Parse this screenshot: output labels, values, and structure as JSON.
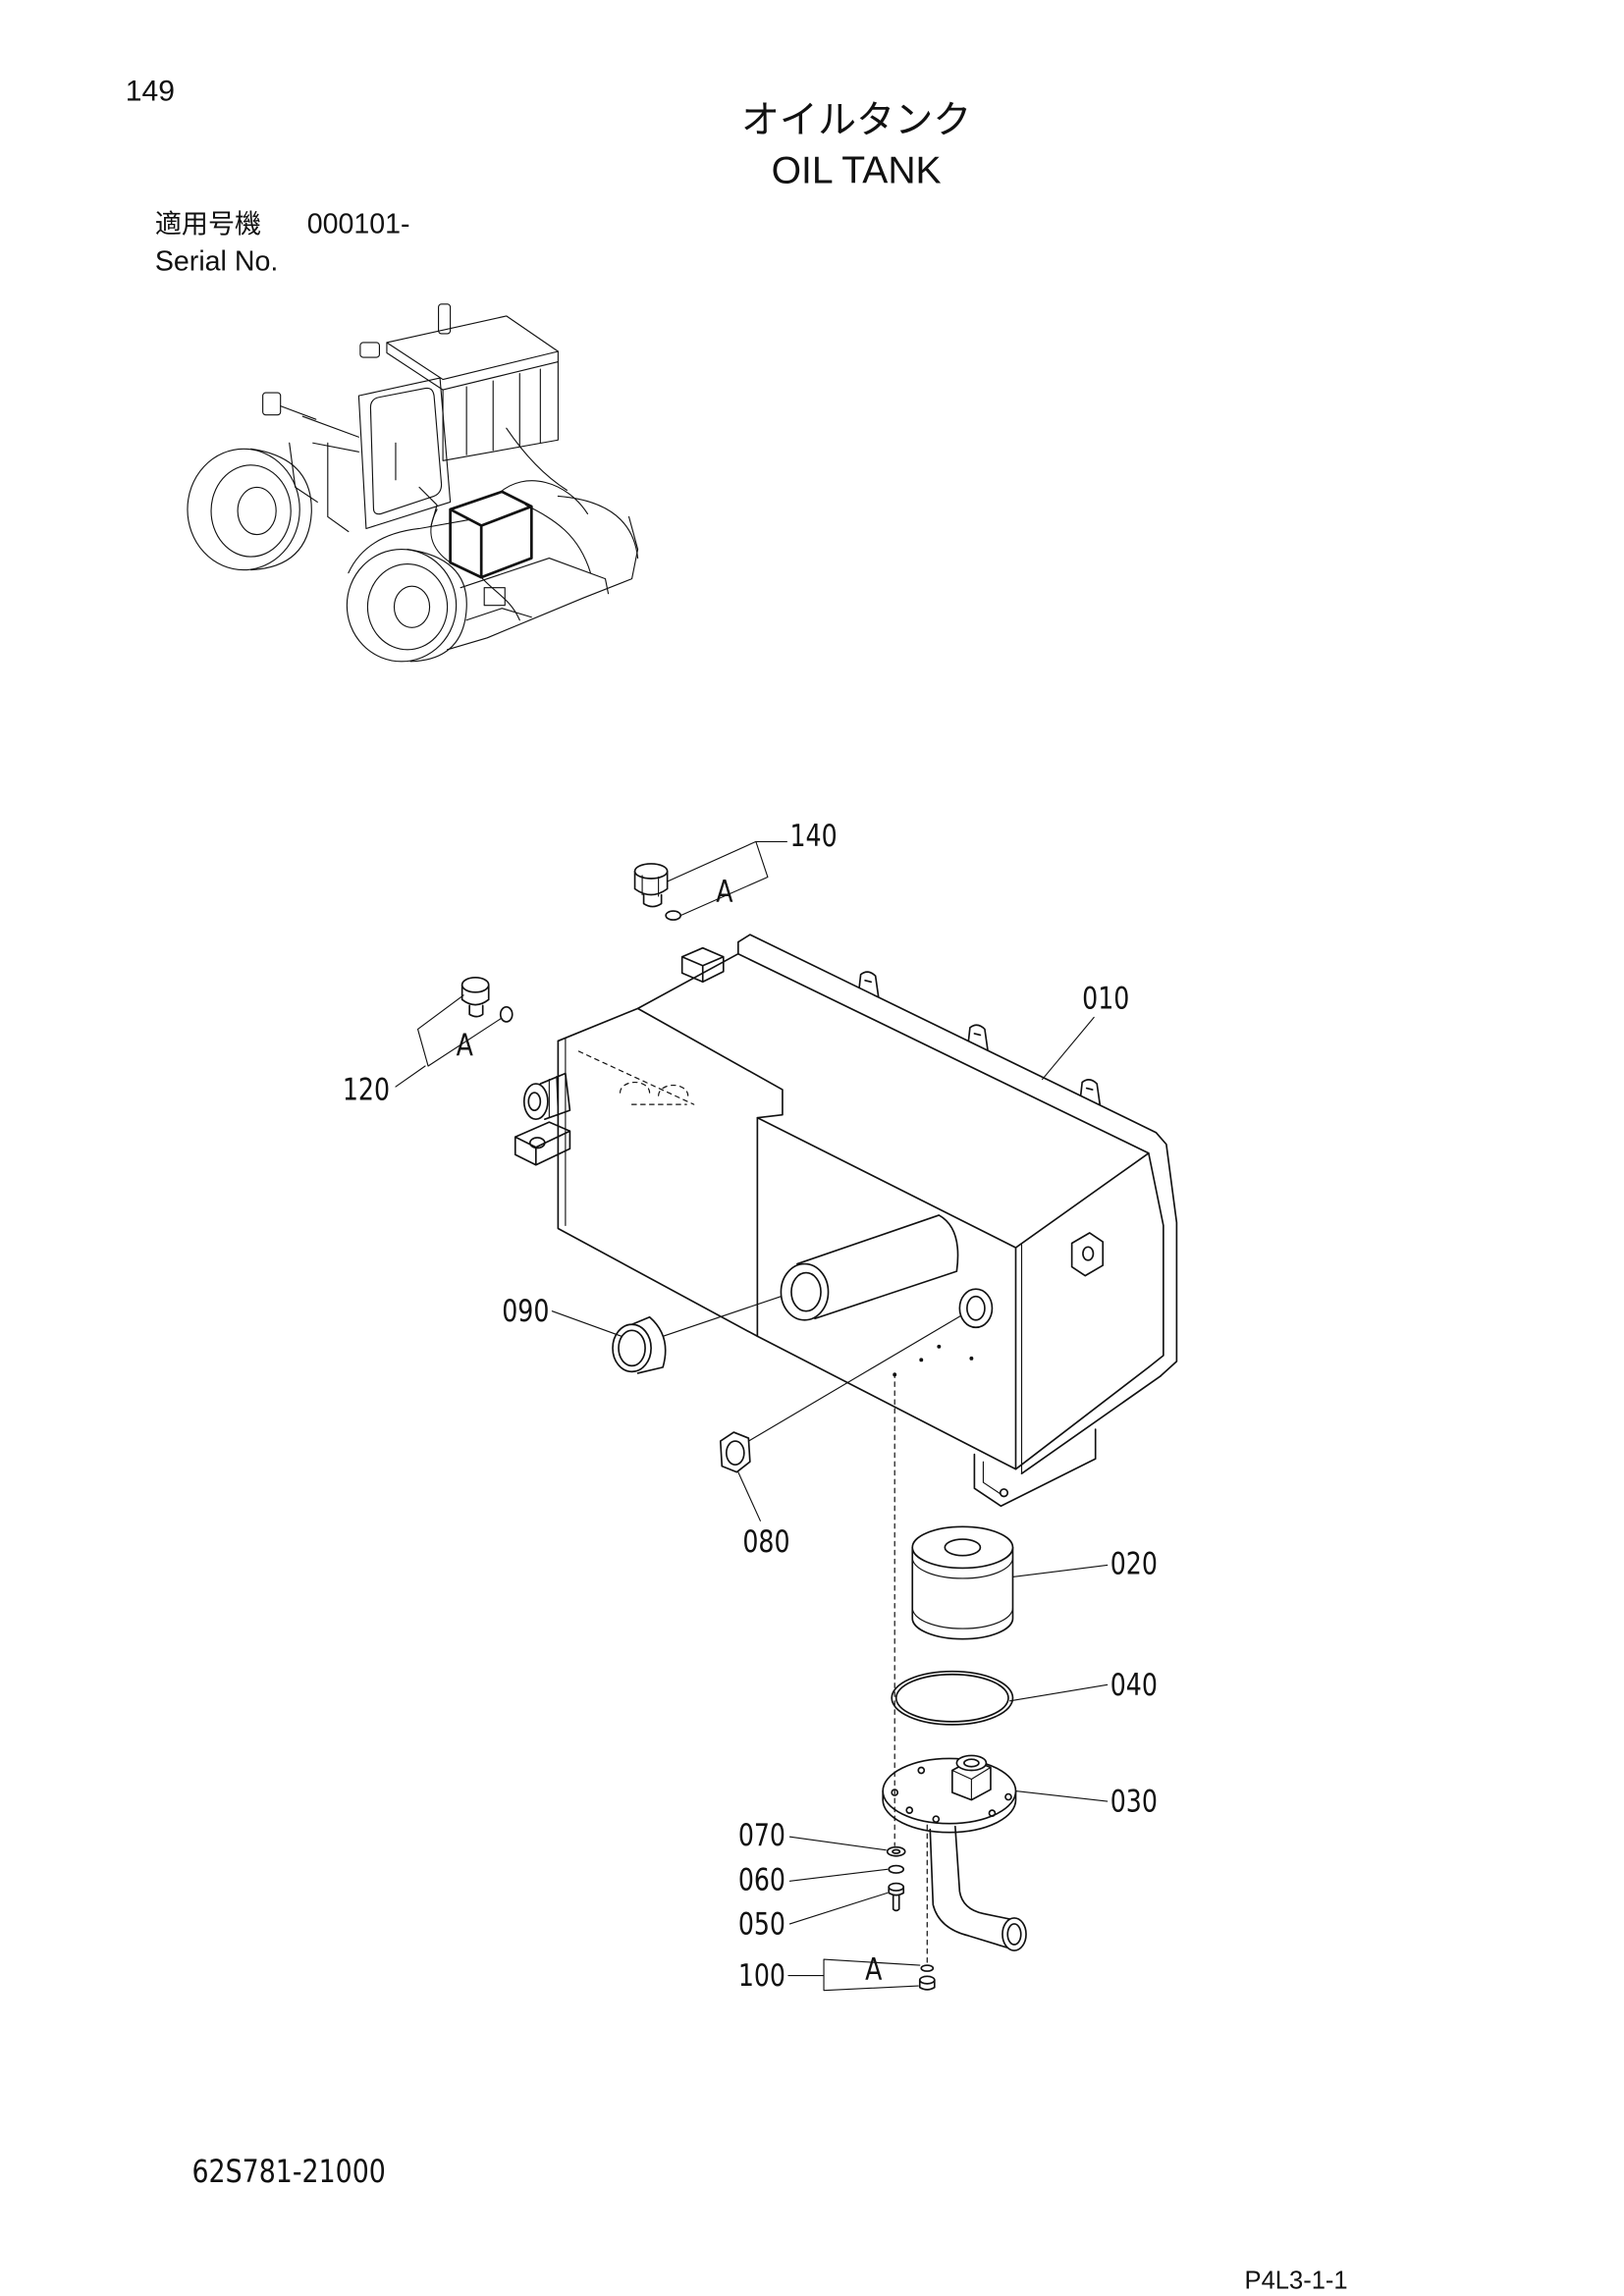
{
  "colors": {
    "ink": "#111111",
    "paper": "#ffffff"
  },
  "page": {
    "number": "149",
    "title_jp": "オイルタンク",
    "title_en": "OIL TANK"
  },
  "serial": {
    "label_jp": "適用号機",
    "value": "000101-",
    "label_en": "Serial No."
  },
  "parts": [
    "140",
    "120",
    "010",
    "090",
    "080",
    "020",
    "040",
    "030",
    "070",
    "060",
    "050",
    "100"
  ],
  "set_a": "A",
  "footer": {
    "drawing_no": "62S781-21000",
    "page_ref": "P4L3-1-1"
  }
}
